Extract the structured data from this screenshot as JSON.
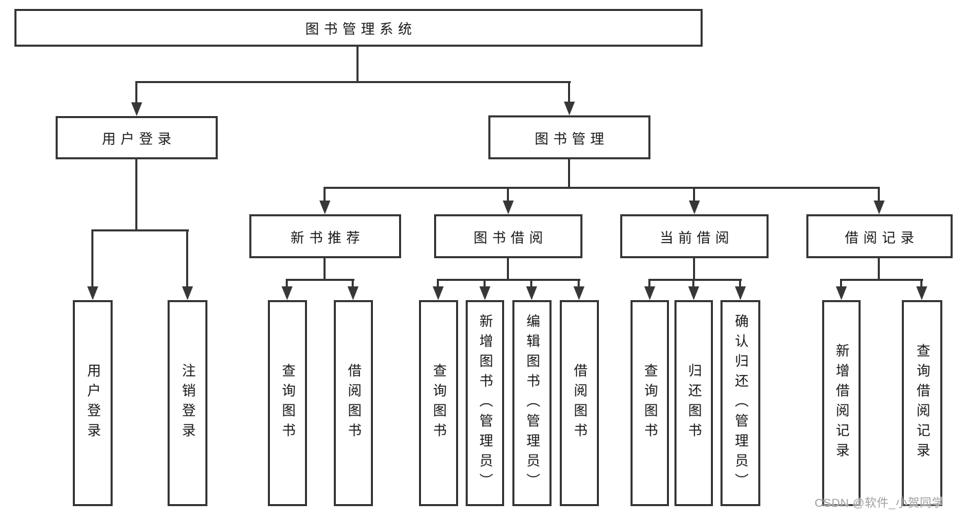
{
  "diagram": {
    "root": "图书管理系统",
    "branches": [
      {
        "label": "用户登录",
        "children": [
          "用户登录",
          "注销登录"
        ]
      },
      {
        "label": "图书管理",
        "sections": [
          {
            "label": "新书推荐",
            "children": [
              "查询图书",
              "借阅图书"
            ]
          },
          {
            "label": "图书借阅",
            "children": [
              "查询图书",
              "新增图书（管理员）",
              "编辑图书（管理员）",
              "借阅图书"
            ]
          },
          {
            "label": "当前借阅",
            "children": [
              "查询图书",
              "归还图书",
              "确认归还（管理员）"
            ]
          },
          {
            "label": "借阅记录",
            "children": [
              "新增借阅记录",
              "查询借阅记录"
            ]
          }
        ]
      }
    ]
  },
  "watermark": "CSDN @软件_小贺同学",
  "colors": {
    "line": "#373737",
    "box_background": "#ffffff",
    "text": "#161616",
    "watermark": "#9e9e9e",
    "background": "#ffffff"
  }
}
